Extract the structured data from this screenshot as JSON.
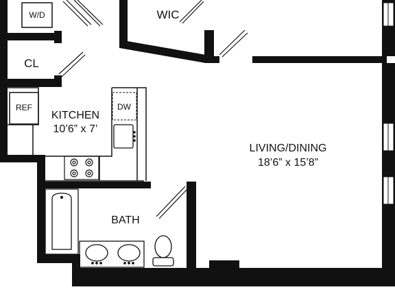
{
  "rooms": {
    "washer_dryer": {
      "label": "W/D"
    },
    "closet": {
      "label": "CL"
    },
    "walk_in_closet": {
      "label": "WIC"
    },
    "refrigerator": {
      "label": "REF"
    },
    "dishwasher": {
      "label": "DW"
    },
    "kitchen": {
      "label": "KITCHEN",
      "dimensions": "10’6” x 7’"
    },
    "living_dining": {
      "label": "LIVING/DINING",
      "dimensions": "18’6” x 15’8”"
    },
    "bath": {
      "label": "BATH"
    }
  },
  "colors": {
    "wall": "#111111",
    "background": "#ffffff",
    "fixture": "#222222"
  }
}
